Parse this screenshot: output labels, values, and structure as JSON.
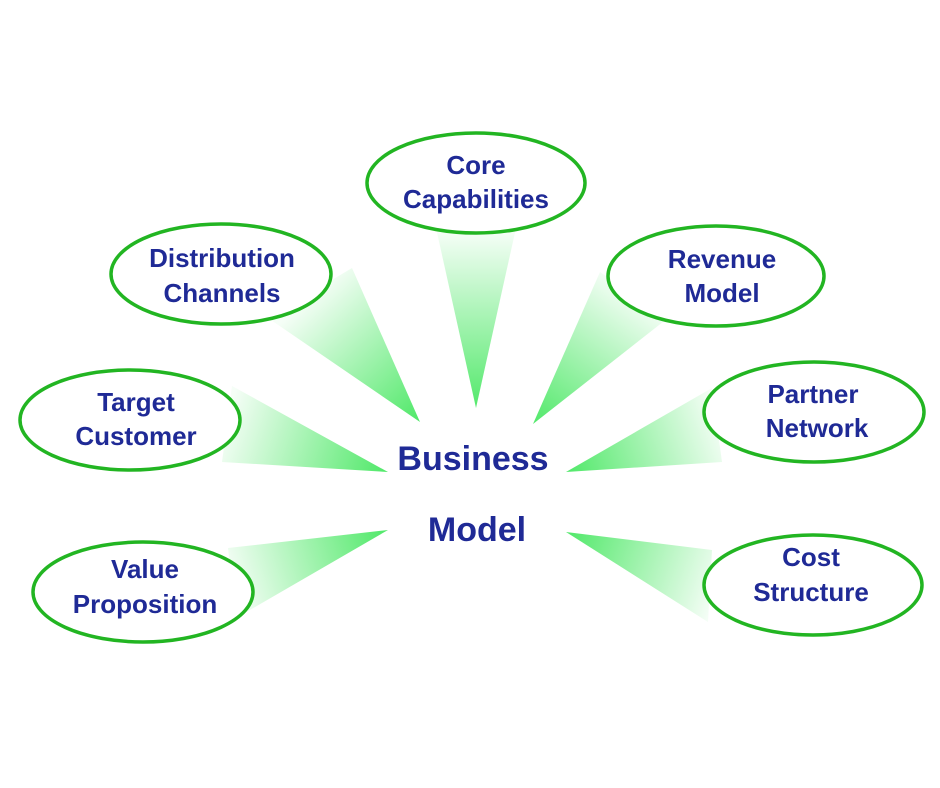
{
  "center": {
    "line1": "Business",
    "line2": "Model"
  },
  "nodes": [
    {
      "id": "core-capabilities",
      "line1": "Core",
      "line2": "Capabilities"
    },
    {
      "id": "distribution-channels",
      "line1": "Distribution",
      "line2": "Channels"
    },
    {
      "id": "revenue-model",
      "line1": "Revenue",
      "line2": "Model"
    },
    {
      "id": "target-customer",
      "line1": "Target",
      "line2": "Customer"
    },
    {
      "id": "partner-network",
      "line1": "Partner",
      "line2": "Network"
    },
    {
      "id": "value-proposition",
      "line1": "Value",
      "line2": "Proposition"
    },
    {
      "id": "cost-structure",
      "line1": "Cost",
      "line2": "Structure"
    }
  ],
  "colors": {
    "ellipse_stroke": "#22b522",
    "beam": "#3fe65a",
    "text": "#1f2a96"
  }
}
